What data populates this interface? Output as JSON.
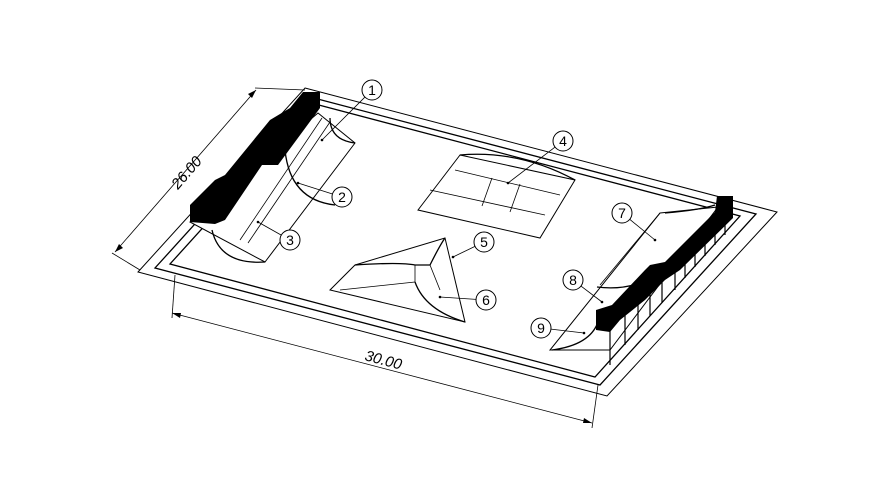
{
  "drawing": {
    "dimensions": {
      "width_label": "30.00",
      "depth_label": "26.00"
    },
    "balloons": [
      "1",
      "2",
      "3",
      "4",
      "5",
      "6",
      "7",
      "8",
      "9"
    ],
    "colors": {
      "line": "#000000",
      "background": "#ffffff"
    }
  }
}
